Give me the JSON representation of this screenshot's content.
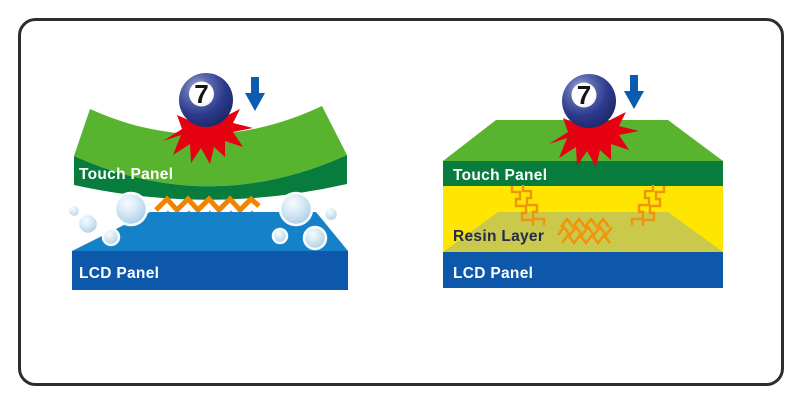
{
  "diagram_title": "",
  "left_diagram": {
    "description": "air-gap structure",
    "touch_panel_label": "Touch Panel",
    "lcd_panel_label": "LCD Panel",
    "ball_number": "7"
  },
  "right_diagram": {
    "description": "resin-bonded structure",
    "touch_panel_label": "Touch Panel",
    "resin_layer_label": "Resin Layer",
    "lcd_panel_label": "LCD Panel",
    "ball_number": "7"
  },
  "palette": {
    "frame_border": "#2d2d2d",
    "touch_panel_top_green": "#58b32f",
    "touch_panel_front_green": "#087c3d",
    "lcd_top_blue": "#1581c8",
    "lcd_front_blue": "#0d58ab",
    "resin_yellow": "#ffe600",
    "resin_olive": "#cbc94b",
    "shockwave_orange": "#f08300",
    "crack_orange": "#f0940c",
    "impact_red": "#e60012",
    "arrow_blue": "#0b5bb0",
    "ball_navy": "#2c3a8c",
    "bubble_blue": "#bcd9ed",
    "resin_text_navy": "#1f2a4d",
    "label_white": "#ffffff"
  }
}
